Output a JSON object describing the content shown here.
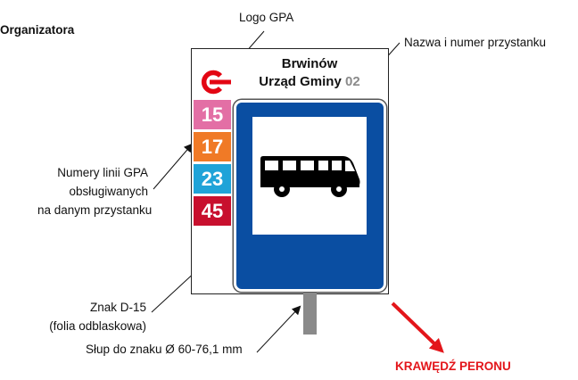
{
  "labels": {
    "organizer": "Organizatora",
    "logo_gpa": "Logo GPA",
    "stop_name_number": "Nazwa i numer przystanku",
    "lines_caption": [
      "Numery linii GPA",
      "obsługiwanych",
      "na danym przystanku"
    ],
    "sign_caption": [
      "Znak D-15",
      "(folia odblaskowa)"
    ],
    "pole_caption": "Słup do znaku  Ø 60-76,1 mm",
    "platform_edge": "KRAWĘDŹ PERONU"
  },
  "stop": {
    "town": "Brwinów",
    "name": "Urząd Gminy",
    "number": "02"
  },
  "lines": [
    {
      "number": "15",
      "color": "#e36fa5"
    },
    {
      "number": "17",
      "color": "#f07a26"
    },
    {
      "number": "23",
      "color": "#1fa3d8"
    },
    {
      "number": "45",
      "color": "#c8102e"
    }
  ],
  "colors": {
    "logo": "#e30613",
    "sign_blue": "#0a4ea2",
    "arrow_red": "#e3151a",
    "pole": "#8a8a8a"
  },
  "icons": {
    "logo": "gpa-logo-icon",
    "sign": "bus-icon",
    "arrow": "red-arrow-icon"
  }
}
